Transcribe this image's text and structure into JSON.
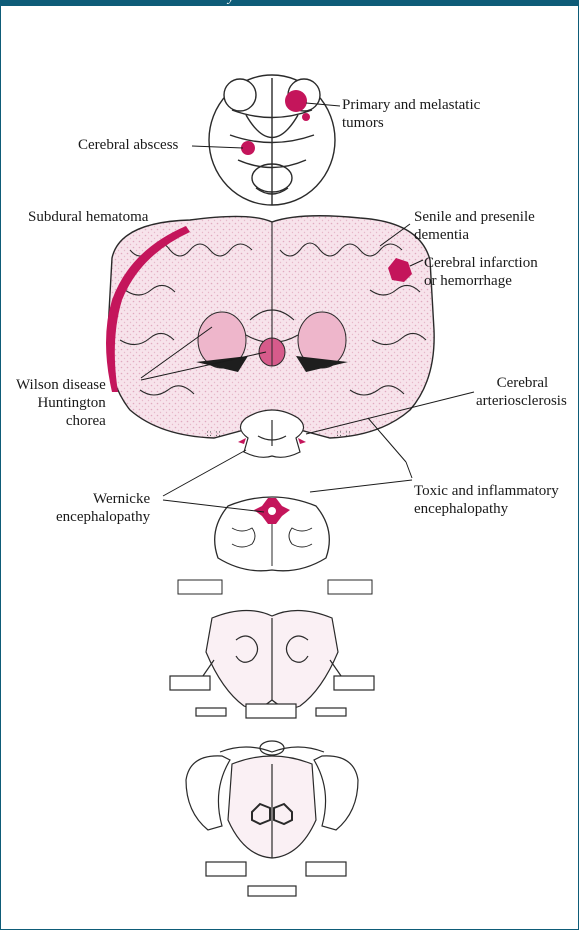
{
  "colors": {
    "frame": "#0e5c78",
    "lesion": "#c4155b",
    "tint": "#f1cfdc",
    "ink": "#2a2a2a"
  },
  "header": {
    "partial_glyph": "y"
  },
  "labels": {
    "abscess": "Cerebral abscess",
    "tumors_1": "Primary and melastatic",
    "tumors_2": "tumors",
    "subdural": "Subdural hematoma",
    "senile_1": "Senile and presenile",
    "senile_2": "dementia",
    "infarct_1": "Cerebral infarction",
    "infarct_2": "or hemorrhage",
    "wilson_1": "Wilson disease",
    "wilson_2": "Huntington",
    "wilson_3": "chorea",
    "arterio_1": "Cerebral",
    "arterio_2": "arteriosclerosis",
    "wernicke_1": "Wernicke",
    "wernicke_2": "encephalopathy",
    "toxic_1": "Toxic and inflammatory",
    "toxic_2": "encephalopathy"
  }
}
